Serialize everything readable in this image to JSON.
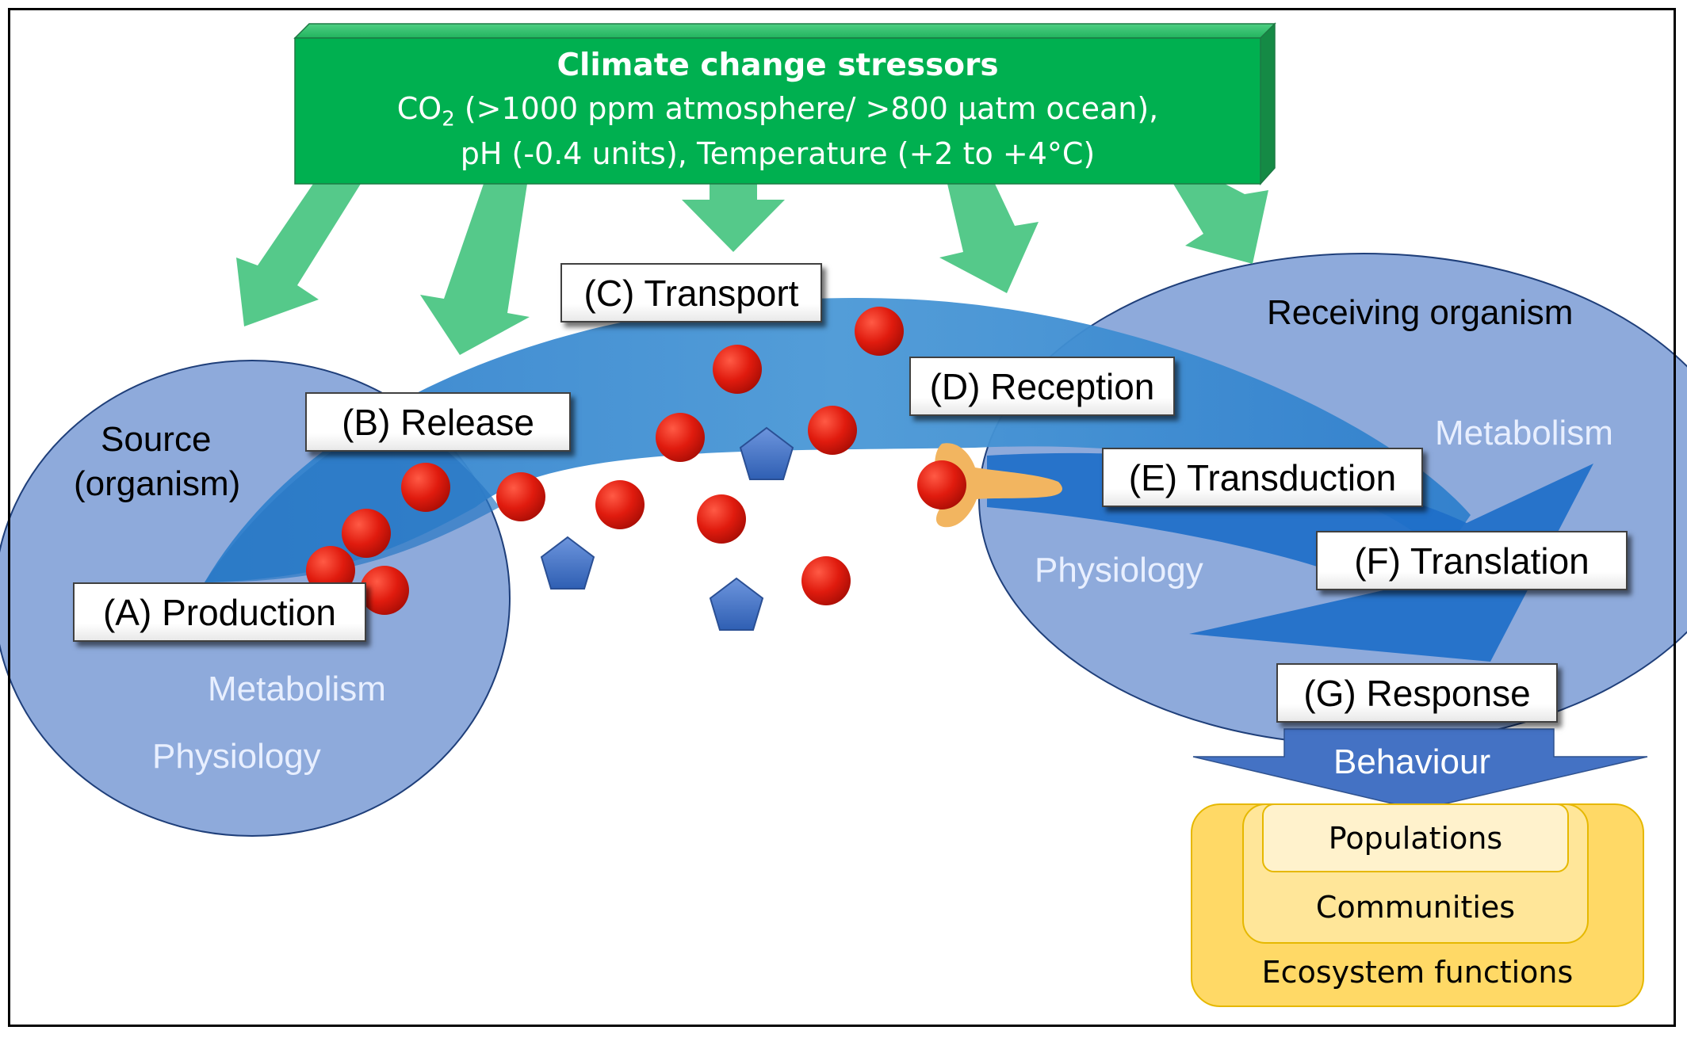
{
  "stressors": {
    "title": "Climate change stressors",
    "co2_prefix": "CO",
    "co2_subscript": "2",
    "co2_rest": " (>1000 ppm atmosphere/ >800 µatm ocean),",
    "line2": "pH (-0.4 units), Temperature (+2 to +4°C)"
  },
  "stages": {
    "production": "(A) Production",
    "release": "(B) Release",
    "transport": "(C) Transport",
    "reception": "(D) Reception",
    "transduction": "(E) Transduction",
    "translation": "(F) Translation",
    "response": "(G) Response"
  },
  "source": {
    "title_line1": "Source",
    "title_line2": "(organism)",
    "metabolism": "Metabolism",
    "physiology": "Physiology"
  },
  "receiver": {
    "title": "Receiving organism",
    "metabolism": "Metabolism",
    "physiology": "Physiology"
  },
  "outcome": {
    "behaviour": "Behaviour",
    "populations": "Populations",
    "communities": "Communities",
    "ecosystem": "Ecosystem functions"
  },
  "colors": {
    "stressor_box": "#00b050",
    "stressor_arrows": "#55c98a",
    "organism_fill": "#8eaadb",
    "pathway_band": "#3f8fd0",
    "molecule": "#e01b0e",
    "pentagon": "#4472c4",
    "receptor": "#f4b860",
    "behaviour_arrow": "#4472c4",
    "eco_outer": "#ffd966",
    "eco_mid": "#ffe699",
    "eco_inner": "#fff2cc"
  }
}
